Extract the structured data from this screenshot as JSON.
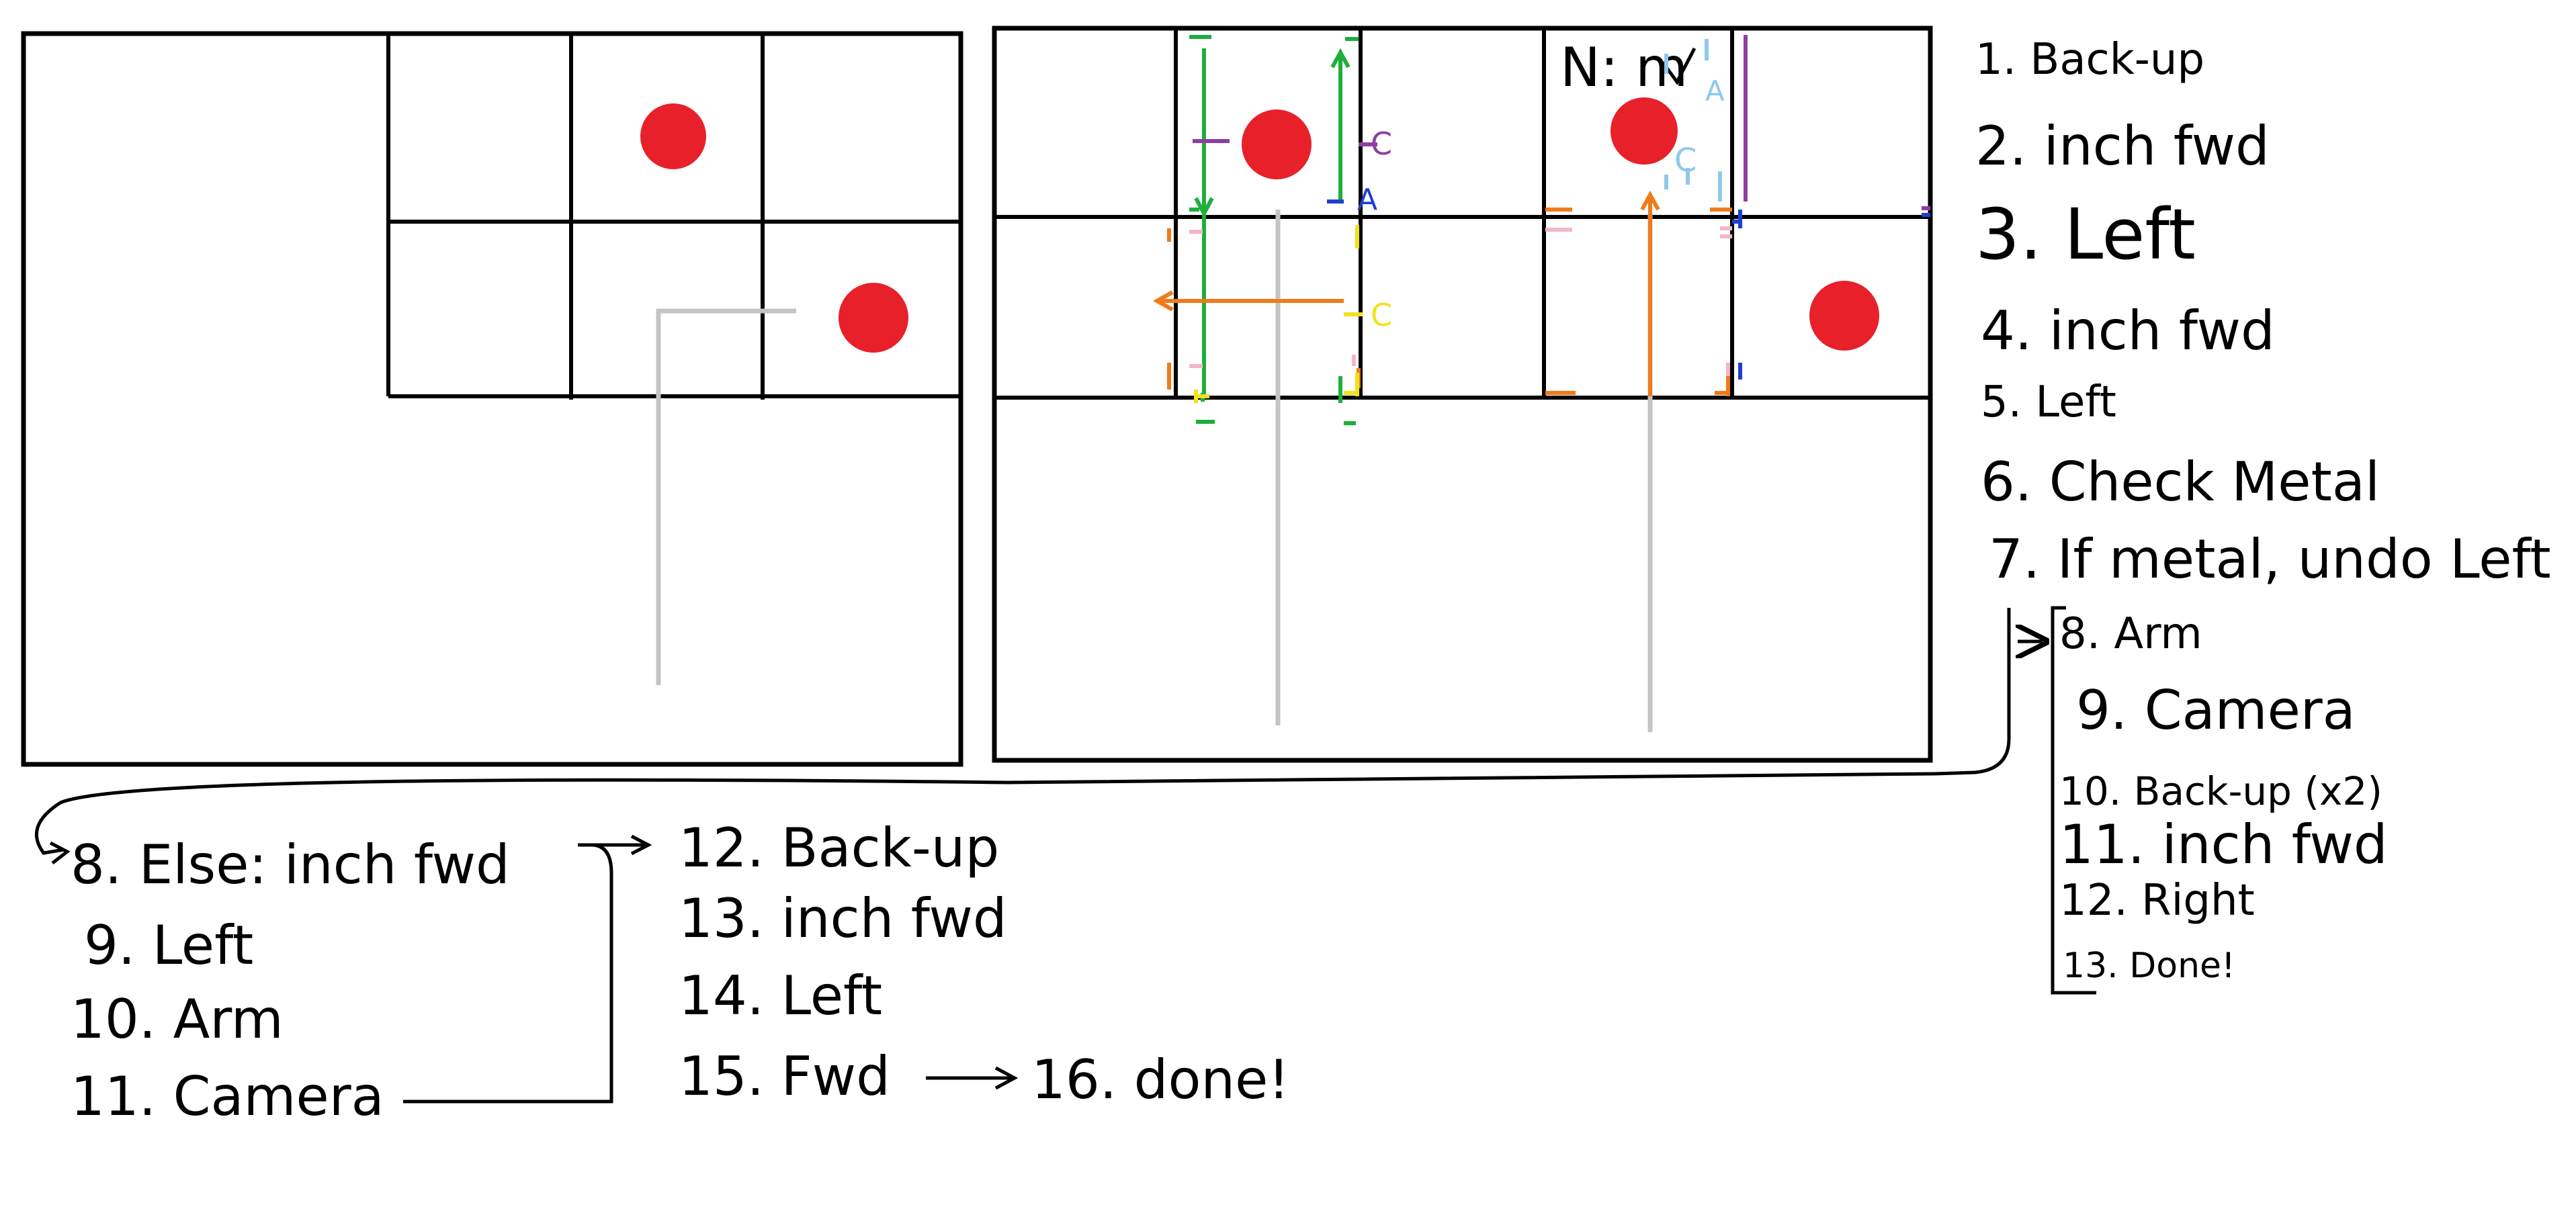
{
  "colors": {
    "ink": "#000000",
    "target": "#e8202a",
    "path": "#c4c4c4",
    "green": "#1fae3a",
    "orange": "#f07a1a",
    "yellow": "#f2e21a",
    "pink": "#f3b6c8",
    "purple": "#8e3fa0",
    "blue": "#1f3fd0",
    "lightblue": "#8ec9ea"
  },
  "right_panel": {
    "cell_label": "N: m",
    "marks": {
      "a1": "A",
      "a2": "A",
      "c1": "C",
      "c2": "C",
      "c3": "C"
    }
  },
  "main_steps": [
    "1. Back-up",
    "2. inch fwd",
    "3. Left",
    "4. inch fwd",
    "5. Left",
    "6. Check Metal",
    "7. If metal, undo Left"
  ],
  "metal_branch": [
    "8. Arm",
    "9. Camera",
    "10. Back-up (x2)",
    "11. inch fwd",
    "12. Right",
    "13. Done!"
  ],
  "else_branch": [
    "8. Else: inch fwd",
    "9. Left",
    "10. Arm",
    "11. Camera"
  ],
  "continuation": [
    "12. Back-up",
    "13. inch fwd",
    "14. Left",
    "15. Fwd"
  ],
  "final_step": "16. done!"
}
